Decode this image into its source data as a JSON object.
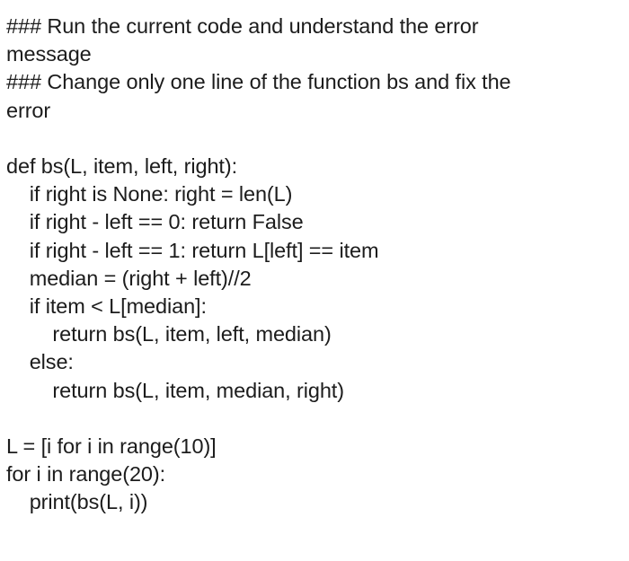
{
  "document": {
    "kind": "plain-text-code-snippet",
    "background_color": "#ffffff",
    "text_color": "#1c1c1c",
    "language": "python"
  },
  "instructions": {
    "lines": [
      "### Run the current code and understand the error",
      "message",
      "### Change only one line of the function bs and fix the",
      "error"
    ],
    "logical_lines": [
      "### Run the current code and understand the error message",
      "### Change only one line of the function bs and fix the error"
    ]
  },
  "spacer": {
    "blank": " "
  },
  "code": {
    "function_lines": [
      "def bs(L, item, left, right):",
      "    if right is None: right = len(L)",
      "    if right - left == 0: return False",
      "    if right - left == 1: return L[left] == item",
      "    median = (right + left)//2",
      "    if item < L[median]:",
      "        return bs(L, item, left, median)",
      "    else:",
      "        return bs(L, item, median, right)"
    ],
    "driver_lines": [
      "L = [i for i in range(10)]",
      "for i in range(20):",
      "    print(bs(L, i))"
    ]
  }
}
